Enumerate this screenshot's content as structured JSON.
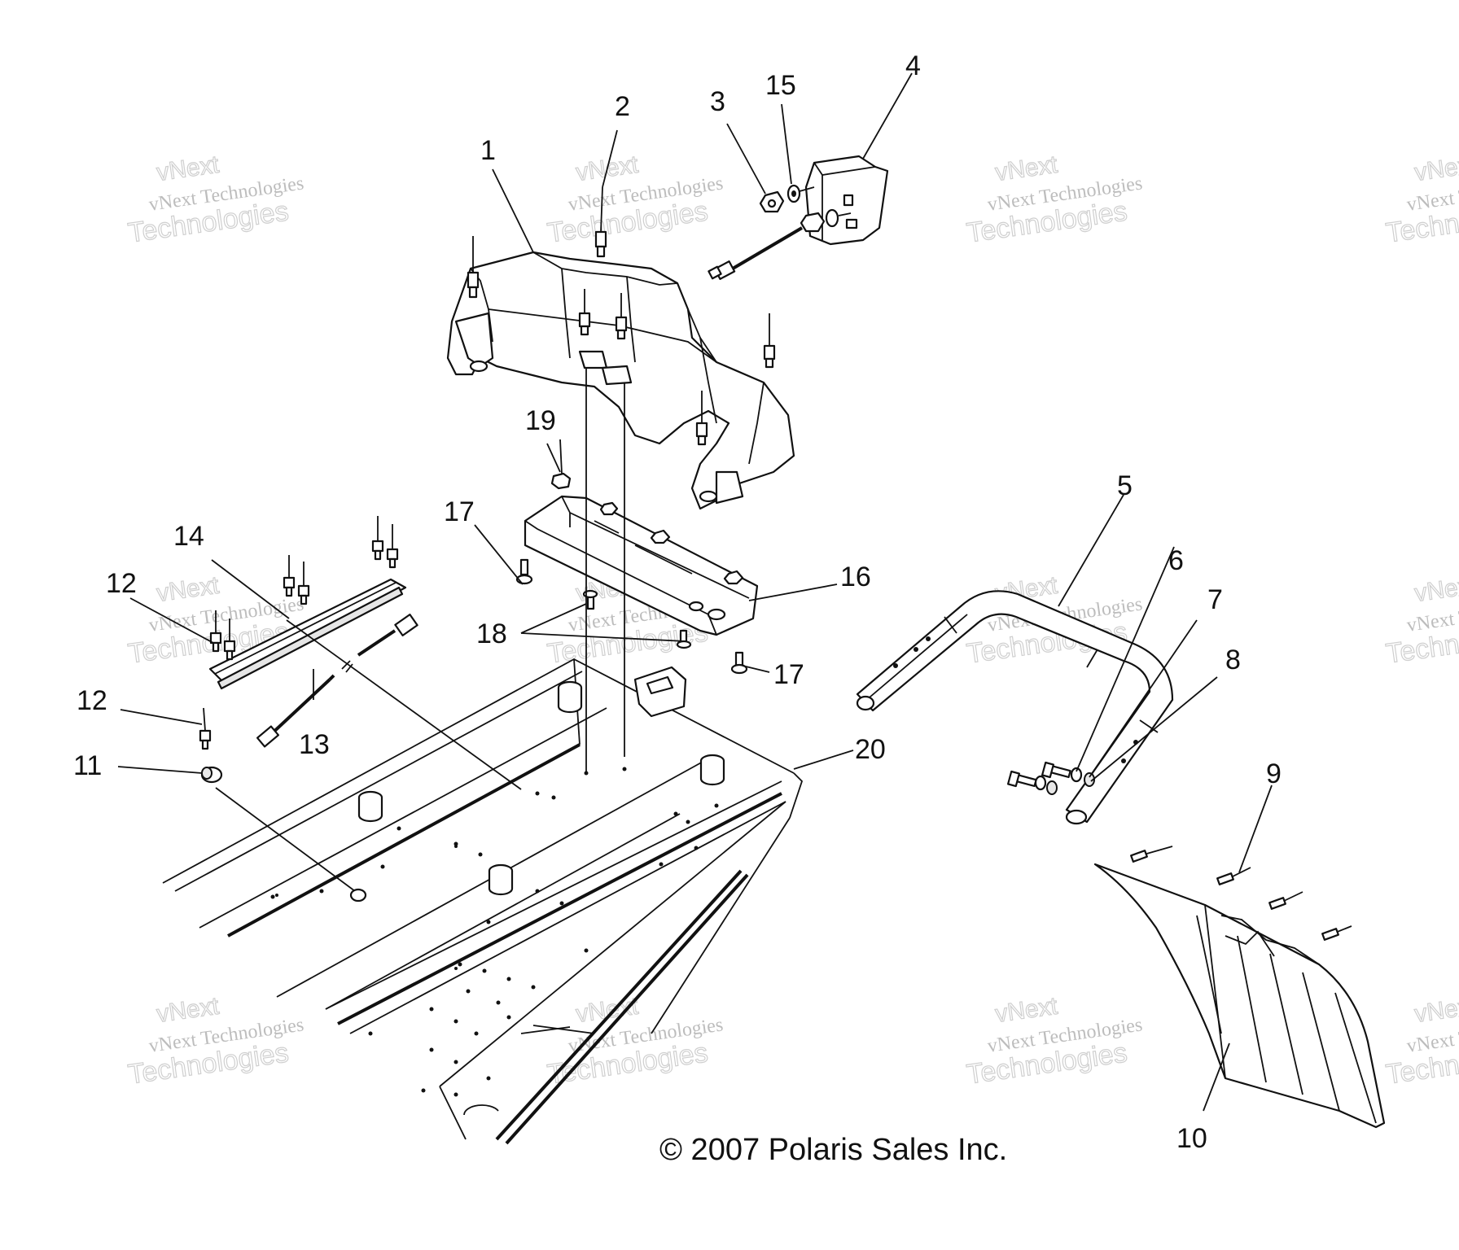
{
  "diagram": {
    "copyright": "© 2007 Polaris Sales Inc.",
    "watermark": {
      "line0": "vNext",
      "line1": "vNext Technologies",
      "line2": "Technologies"
    },
    "callouts": [
      {
        "id": "1",
        "label": "1"
      },
      {
        "id": "2",
        "label": "2"
      },
      {
        "id": "3",
        "label": "3"
      },
      {
        "id": "4",
        "label": "4"
      },
      {
        "id": "5",
        "label": "5"
      },
      {
        "id": "6",
        "label": "6"
      },
      {
        "id": "7",
        "label": "7"
      },
      {
        "id": "8",
        "label": "8"
      },
      {
        "id": "9",
        "label": "9"
      },
      {
        "id": "10",
        "label": "10"
      },
      {
        "id": "11",
        "label": "11"
      },
      {
        "id": "12a",
        "label": "12"
      },
      {
        "id": "12b",
        "label": "12"
      },
      {
        "id": "13",
        "label": "13"
      },
      {
        "id": "14",
        "label": "14"
      },
      {
        "id": "15",
        "label": "15"
      },
      {
        "id": "16",
        "label": "16"
      },
      {
        "id": "17a",
        "label": "17"
      },
      {
        "id": "17b",
        "label": "17"
      },
      {
        "id": "18",
        "label": "18"
      },
      {
        "id": "19",
        "label": "19"
      },
      {
        "id": "20",
        "label": "20"
      }
    ]
  }
}
